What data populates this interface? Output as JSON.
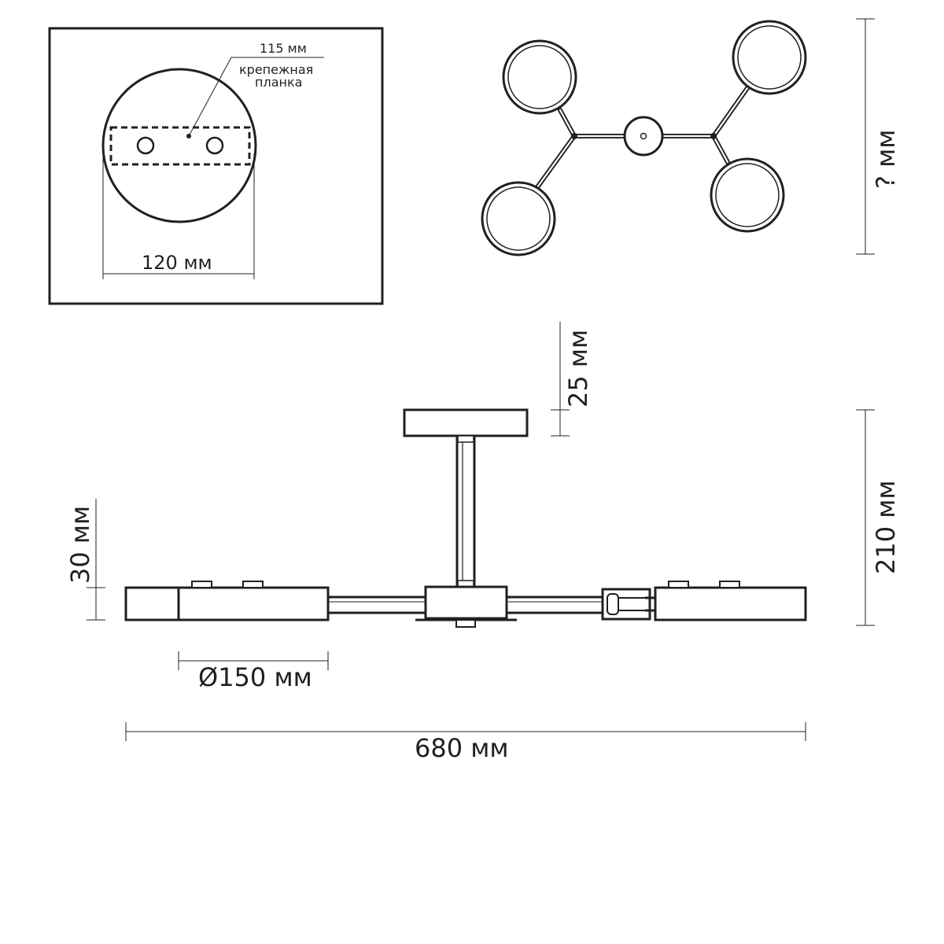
{
  "mount_inset": {
    "plate_diameter": "115 мм",
    "plate_label_line1": "крепежная",
    "plate_label_line2": "планка",
    "canopy_width": "120 мм"
  },
  "top_view": {
    "height_unknown": "? мм"
  },
  "side_view": {
    "canopy_height": "25 мм",
    "total_height": "210 мм",
    "shade_height": "30 мм",
    "shade_diameter": "Ø150 мм",
    "total_width": "680 мм"
  },
  "colors": {
    "line": "#231f20",
    "background": "#ffffff"
  }
}
